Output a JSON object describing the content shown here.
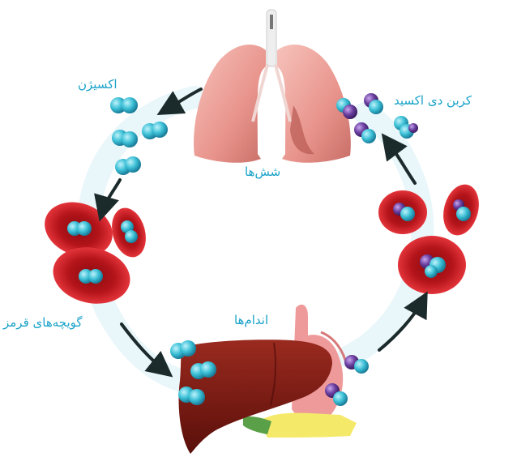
{
  "labels": {
    "oxygen": "اکسیژن",
    "carbon_dioxide": "کربن دی اکسید",
    "lungs": "شش‌ها",
    "red_blood_cells": "گویچه‌های قرمز",
    "organs": "اندام‌ها"
  },
  "colors": {
    "label_text": "#1aa3c9",
    "oxygen_molecule": "#3cc0d6",
    "carbon_atom": "#6b3fa0",
    "red_cell": "#c8151b",
    "lung": "#e8948c",
    "liver": "#7a1a12",
    "stomach": "#ef9a9a",
    "arrow": "#1b2a2a"
  }
}
